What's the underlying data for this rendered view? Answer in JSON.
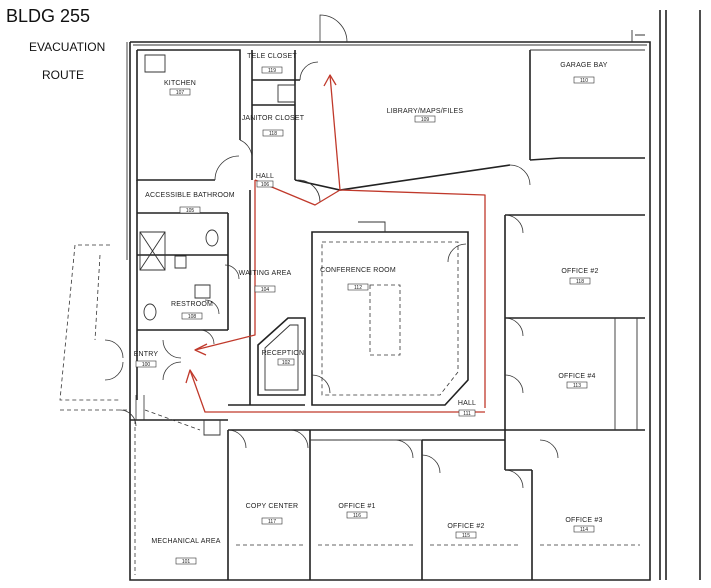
{
  "header": {
    "title": "BLDG 255",
    "subtitle_line1": "EVACUATION",
    "subtitle_line2": "ROUTE"
  },
  "colors": {
    "route": "#c0392b",
    "walls": "#222222"
  },
  "rooms": {
    "tele_closet": {
      "name": "TELE CLOSET",
      "number": "119"
    },
    "kitchen": {
      "name": "KITCHEN",
      "number": "107"
    },
    "janitor_closet": {
      "name": "JANITOR CLOSET",
      "number": "118"
    },
    "hall_106": {
      "name": "HALL",
      "number": "106"
    },
    "library": {
      "name": "LIBRARY/MAPS/FILES",
      "number": "109"
    },
    "garage_bay": {
      "name": "GARAGE BAY",
      "number": "110"
    },
    "accessible_bathroom": {
      "name": "ACCESSIBLE BATHROOM",
      "number": "105"
    },
    "conference_room": {
      "name": "CONFERENCE ROOM",
      "number": "112"
    },
    "waiting_area": {
      "name": "WAITING AREA",
      "number": "104"
    },
    "office_2_right": {
      "name": "OFFICE #2",
      "number": "118"
    },
    "restroom": {
      "name": "RESTROOM",
      "number": "108"
    },
    "reception": {
      "name": "RECEPTION",
      "number": "102"
    },
    "office_4": {
      "name": "OFFICE #4",
      "number": "113"
    },
    "entry": {
      "name": "ENTRY",
      "number": "100"
    },
    "hall_111": {
      "name": "HALL",
      "number": "111"
    },
    "copy_center": {
      "name": "COPY CENTER",
      "number": "117"
    },
    "office_1": {
      "name": "OFFICE #1",
      "number": "116"
    },
    "office_2_bottom": {
      "name": "OFFICE #2",
      "number": "115"
    },
    "office_3": {
      "name": "OFFICE #3",
      "number": "114"
    },
    "mechanical_area": {
      "name": "MECHANICAL AREA",
      "number": "101"
    }
  }
}
